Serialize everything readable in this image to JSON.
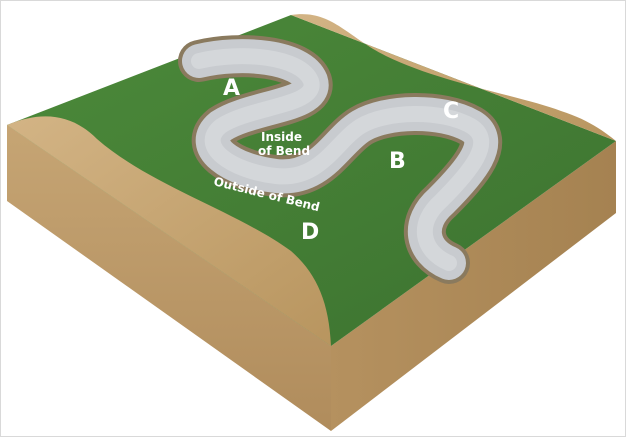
{
  "labels": {
    "a": "A",
    "b": "B",
    "c": "C",
    "d": "D",
    "inside_line1": "Inside",
    "inside_line2": "of Bend",
    "outside": "Outside of Bend"
  },
  "colors": {
    "grass": "#4f8a3c",
    "grass_dark": "#3f7530",
    "river": "#c9ccd0",
    "river_edge": "#a89a7f",
    "sand": "#c9a877",
    "sand_dark": "#a07f52",
    "label": "#ffffff"
  }
}
